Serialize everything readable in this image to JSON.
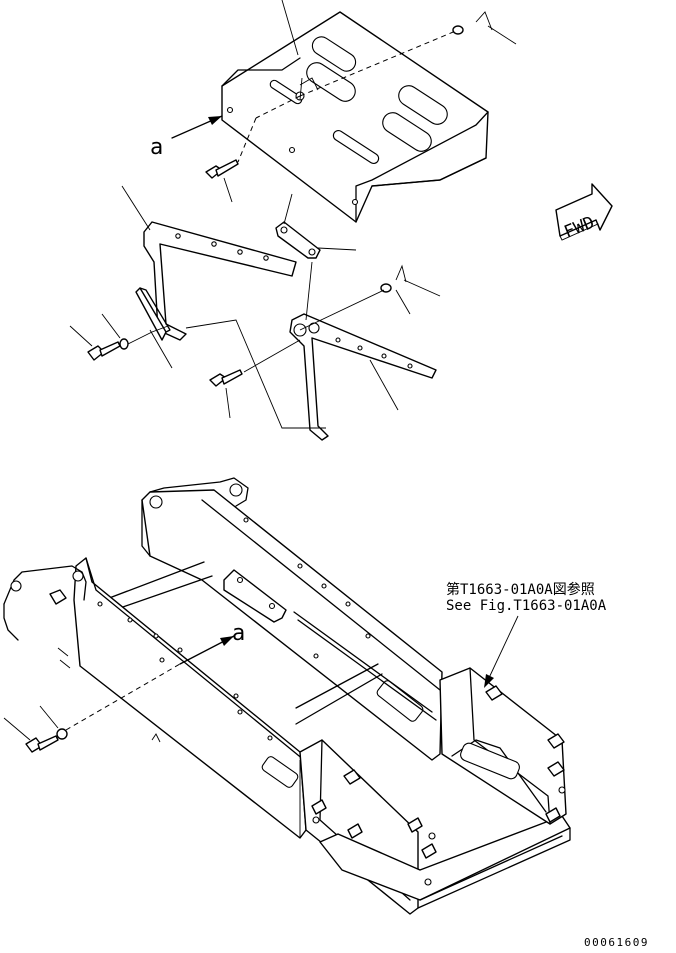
{
  "view_labels": {
    "a_top": "a",
    "a_bottom": "a",
    "fwd": "FWD"
  },
  "reference": {
    "line1": "第T1663-01A0A図参照",
    "line2": "See Fig.T1663-01A0A"
  },
  "drawing_number": "00061609"
}
